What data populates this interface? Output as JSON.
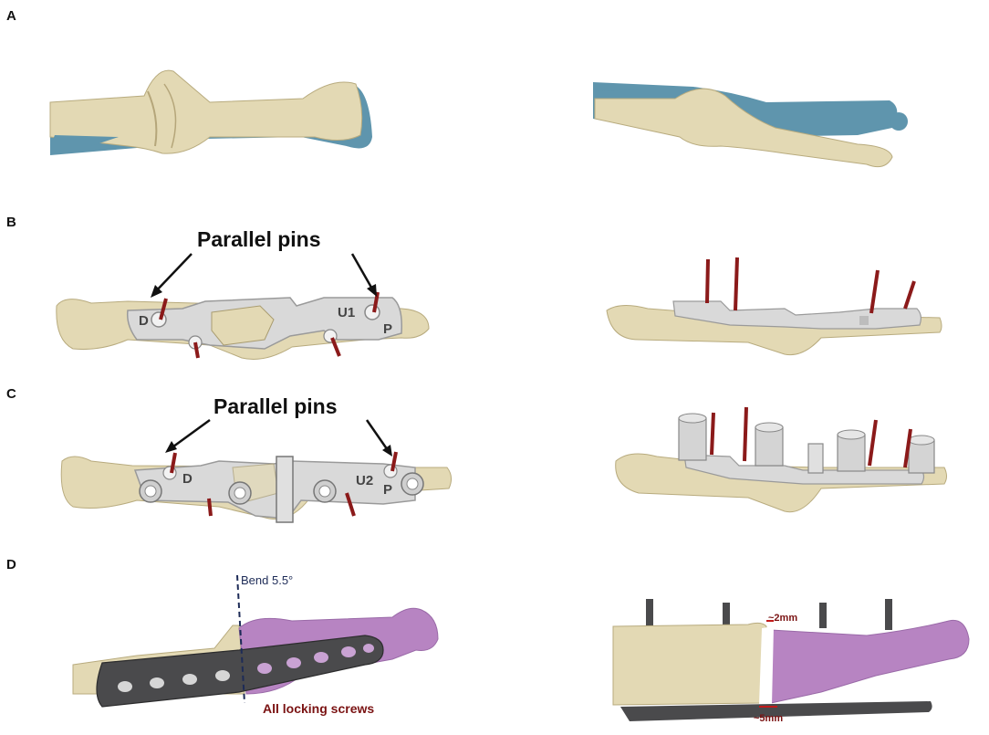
{
  "panels": {
    "a": {
      "letter": "A"
    },
    "b": {
      "letter": "B",
      "callout": "Parallel pins",
      "plate_labels": [
        "D",
        "U1",
        "P"
      ]
    },
    "c": {
      "letter": "C",
      "callout": "Parallel pins",
      "plate_labels": [
        "D",
        "U2",
        "P"
      ]
    },
    "d": {
      "letter": "D",
      "bend_label": "Bend 5.5°",
      "screws_label": "All locking screws",
      "gap_top_label": "~2mm",
      "gap_bottom_label": "~5mm"
    }
  },
  "colors": {
    "bone": "#e3d9b4",
    "bone_shadow": "#c9bc8f",
    "contralateral_bone": "#5f95ad",
    "guide": "#d9d9d9",
    "guide_edge": "#9a9a9a",
    "pin": "#8b1a1a",
    "plate": "#4a4a4c",
    "osteotomy_segment": "#b784c2",
    "bend_line": "#1d2b57",
    "annotation_red": "#7a1212"
  }
}
